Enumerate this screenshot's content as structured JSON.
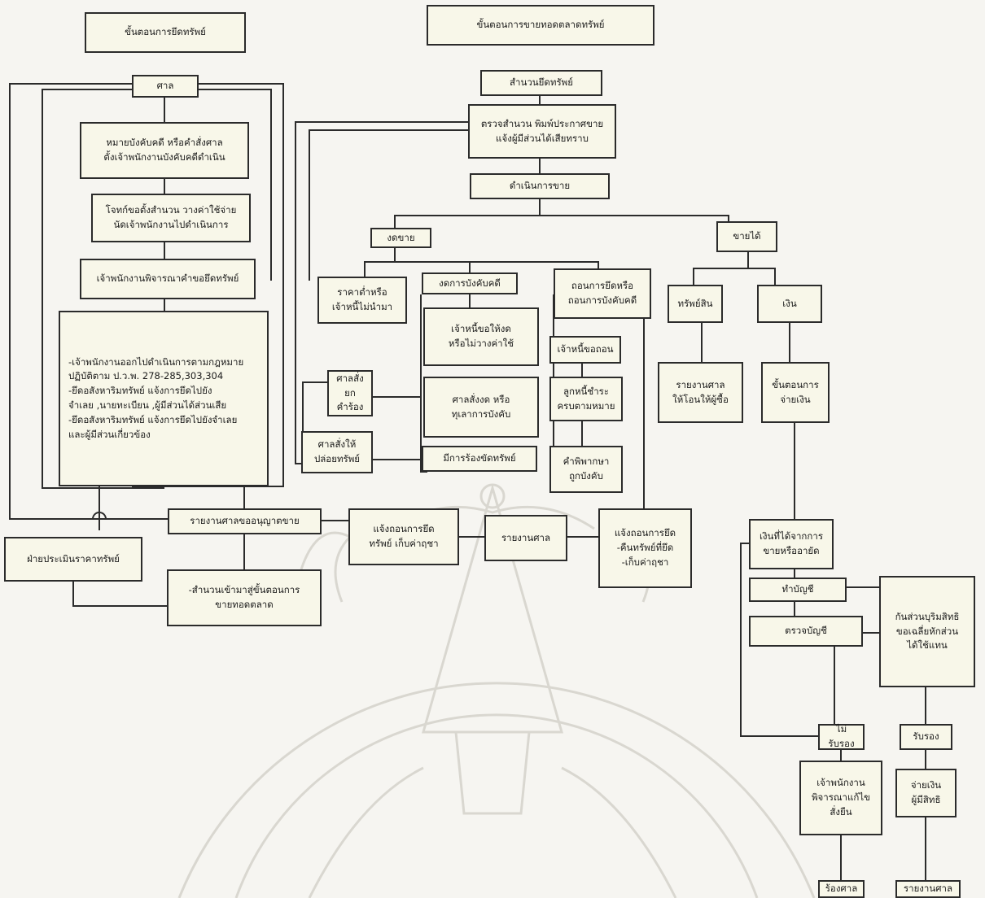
{
  "nodes": {
    "seize_title": "ขั้นตอนการยึดทรัพย์",
    "auction_title": "ขั้นตอนการขายทอดตลาดทรัพย์",
    "court": "ศาล",
    "writ": "หมายบังคับคดี หรือคำสั่งศาล\nตั้งเจ้าพนักงานบังคับคดีดำเนิน",
    "plaintiff_request": "โจทก์ขอตั้งสำนวน วางค่าใช้จ่าย\nนัดเจ้าพนักงานไปดำเนินการ",
    "officer_consider": "เจ้าพนักงานพิจารณาคำขอยึดทรัพย์",
    "officer_action": "-เจ้าพนักงานออกไปดำเนินการตามกฎหมาย\nปฏิบัติตาม ป.ว.พ. 278-285,303,304\n-ยึดอสังหาริมทรัพย์ แจ้งการยึดไปยัง\nจำเลย ,นายทะเบียน ,ผู้มีส่วนได้ส่วนเสีย\n-ยึดอสังหาริมทรัพย์ แจ้งการยึดไปยังจำเลย\nและผู้มีส่วนเกี่ยวข้อง",
    "report_court_permit": "รายงานศาลขออนุญาตขาย",
    "appraisal": "ฝ่ายประเมินราคาทรัพย์",
    "to_auction": "-สำนวนเข้ามาสู่ขั้นตอนการ\nขายทอดตลาด",
    "case_seized": "สำนวนยึดทรัพย์",
    "inspect": "ตรวจสำนวน พิมพ์ประกาศขาย\nแจ้งผู้มีส่วนได้เสียทราบ",
    "proceed_sale": "ดำเนินการขาย",
    "suspend_sale": "งดขาย",
    "sold": "ขายได้",
    "low_price": "ราคาต่ำหรือ\nเจ้าหนี้ไม่นำมา",
    "suspend_enforce": "งดการบังคับคดี",
    "withdraw_seize": "ถอนการยึดหรือ\nถอนการบังคับคดี",
    "creditor_request": "เจ้าหนี้ขอให้งด\nหรือไม่วางค่าใช้",
    "creditor_withdraw": "เจ้าหนี้ขอถอน",
    "court_dismiss": "ศาลสั่ง\nยกคำร้อง",
    "court_order_suspend": "ศาลสั่งงด หรือ\nทุเลาการบังคับ",
    "debtor_pays": "ลูกหนี้ชำระ\nครบตามหมาย",
    "court_release": "ศาลสั่งให้\nปล่อยทรัพย์",
    "property_claim": "มีการร้องขัดทรัพย์",
    "judgment": "คำพิพากษา\nถูกบังคับ",
    "notify_withdraw_fee": "แจ้งถอนการยึด\nทรัพย์ เก็บค่าฤชา",
    "report_court": "รายงานศาล",
    "notify_withdraw_return": "แจ้งถอนการยึด\n-คืนทรัพย์ที่ยึด\n-เก็บค่าฤชา",
    "asset": "ทรัพย์สิน",
    "money": "เงิน",
    "report_transfer": "รายงานศาล\nให้โอนให้ผู้ซื้อ",
    "payment_step": "ขั้นตอนการ\nจ่ายเงิน",
    "money_received": "เงินที่ได้จากการ\nขายหรืออายัด",
    "make_account": "ทำบัญชี",
    "check_account": "ตรวจบัญชี",
    "reserve_rights": "กันส่วนบุริมสิทธิ\nขอเฉลี่ยหักส่วน\nได้ใช้แทน",
    "not_certified": "ไม่รับรอง",
    "certified": "รับรอง",
    "officer_fix": "เจ้าพนักงาน\nพิจารณาแก้ไข\nสั่งยืน",
    "pay_entitled": "จ่ายเงิน\nผู้มีสิทธิ",
    "court_petition": "ร้องศาล",
    "final_report": "รายงานศาล"
  },
  "colors": {
    "box_fill": "#f8f7e9",
    "stroke": "#2b2b2b",
    "watermark": "#d9d7d0"
  }
}
